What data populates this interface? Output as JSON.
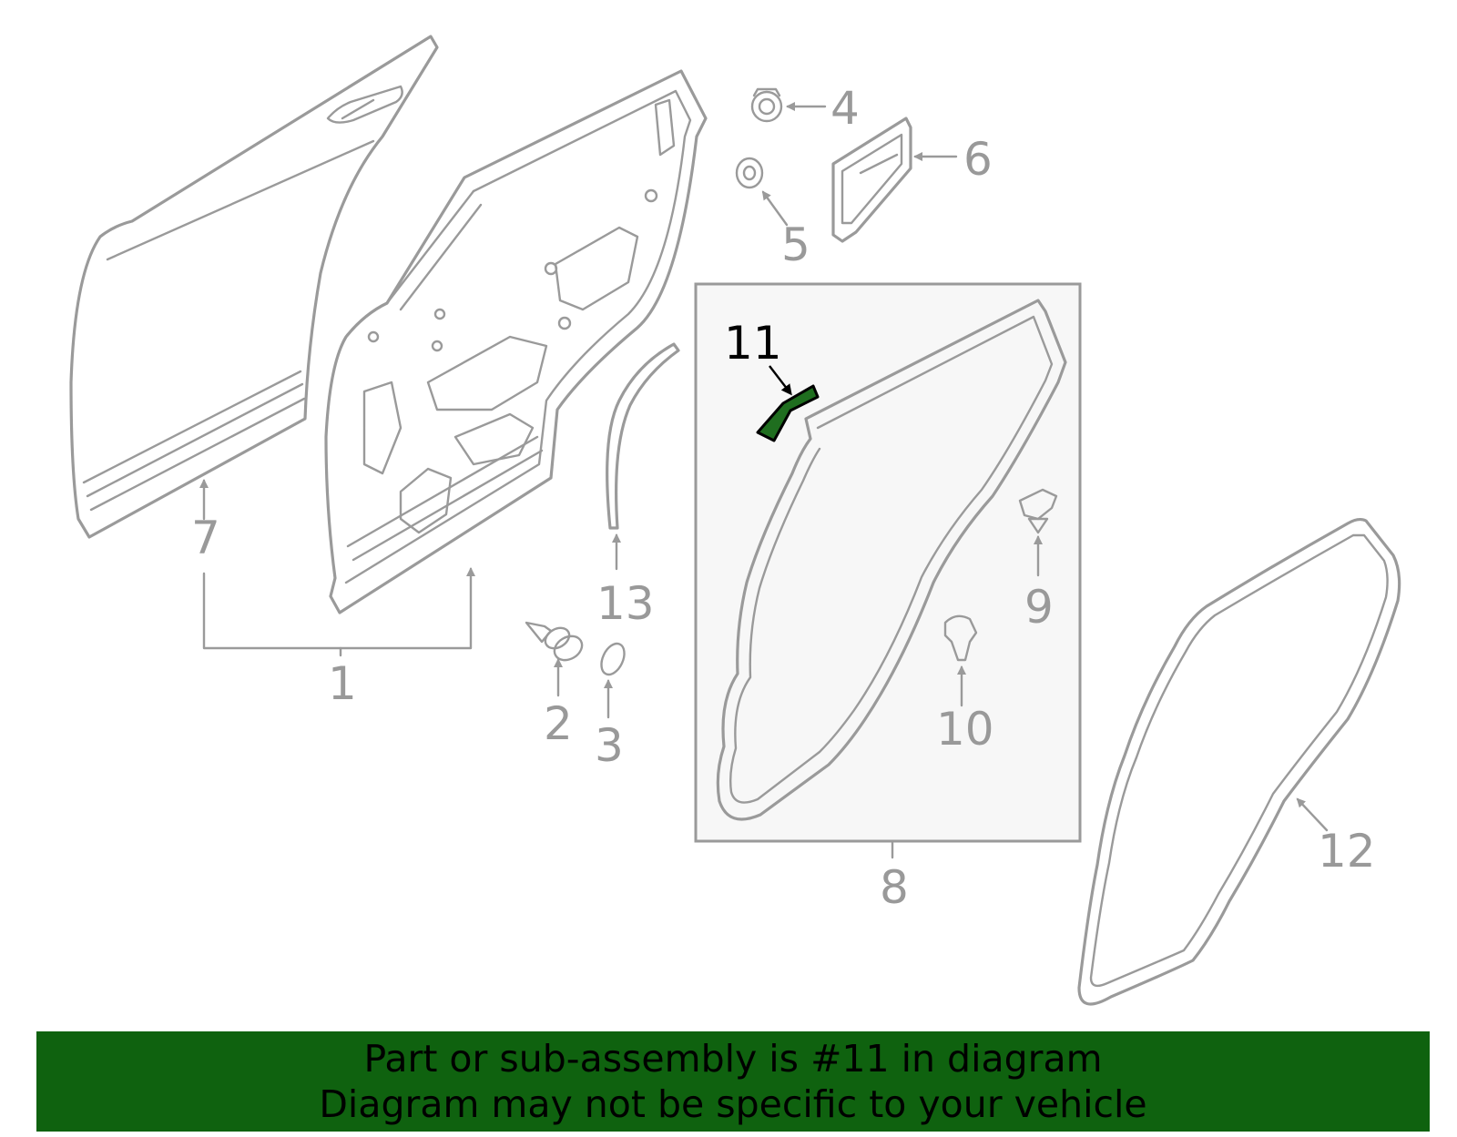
{
  "diagram": {
    "callouts": [
      "1",
      "2",
      "3",
      "4",
      "5",
      "6",
      "7",
      "8",
      "9",
      "10",
      "11",
      "12",
      "13"
    ],
    "highlighted_callout": "11",
    "highlight_color": "#1f6e1f",
    "line_color": "#9a9a9a",
    "box_fill": "#f7f7f7"
  },
  "banner": {
    "line1": "Part or sub-assembly is #11 in diagram",
    "line2": "Diagram may not be specific to your vehicle",
    "background": "#0f620f"
  }
}
